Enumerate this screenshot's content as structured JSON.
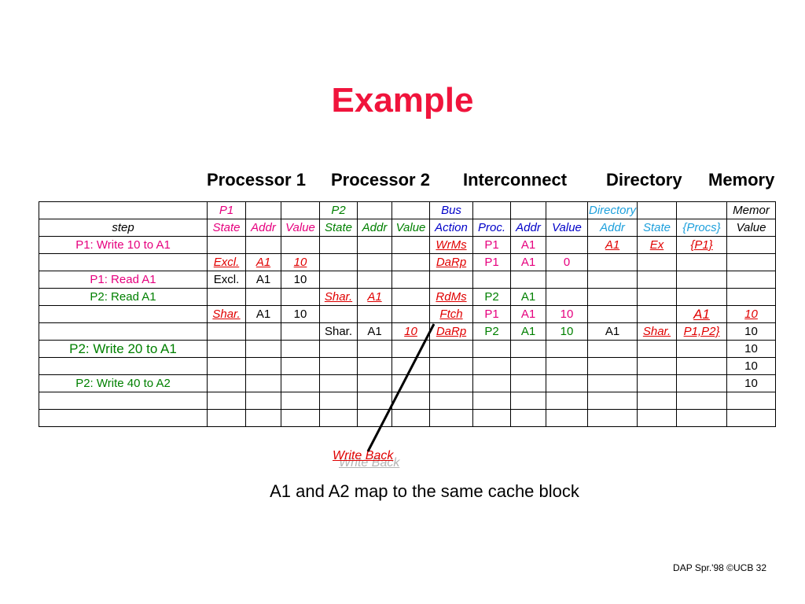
{
  "title": "Example",
  "column_headers": [
    "Processor 1",
    "Processor 2",
    "Interconnect",
    "Directory",
    "Memory"
  ],
  "table": {
    "row_group": [
      "",
      "P1",
      "",
      "",
      "P2",
      "",
      "",
      "Bus",
      "",
      "",
      "",
      "Directory",
      "",
      "",
      "Memor"
    ],
    "row_fields": [
      "step",
      "State",
      "Addr",
      "Value",
      "State",
      "Addr",
      "Value",
      "Action",
      "Proc.",
      "Addr",
      "Value",
      "Addr",
      "State",
      "{Procs}",
      "Value"
    ],
    "rows": [
      [
        "P1: Write 10 to A1",
        "",
        "",
        "",
        "",
        "",
        "",
        "WrMs",
        "P1",
        "A1",
        "",
        "A1",
        "Ex",
        "{P1}",
        ""
      ],
      [
        "",
        "Excl.",
        "A1",
        "10",
        "",
        "",
        "",
        "DaRp",
        "P1",
        "A1",
        "0",
        "",
        "",
        "",
        ""
      ],
      [
        "P1: Read A1",
        "Excl.",
        "A1",
        "10",
        "",
        "",
        "",
        "",
        "",
        "",
        "",
        "",
        "",
        "",
        ""
      ],
      [
        "P2: Read A1",
        "",
        "",
        "",
        "Shar.",
        "A1",
        "",
        "RdMs",
        "P2",
        "A1",
        "",
        "",
        "",
        "",
        ""
      ],
      [
        "",
        "Shar.",
        "A1",
        "10",
        "",
        "",
        "",
        "Ftch",
        "P1",
        "A1",
        "10",
        "",
        "",
        "A1",
        "10"
      ],
      [
        "",
        "",
        "",
        "",
        "Shar.",
        "A1",
        "10",
        "DaRp",
        "P2",
        "A1",
        "10",
        "A1",
        "Shar.",
        "P1,P2}",
        "10"
      ],
      [
        "P2: Write 20 to A1",
        "",
        "",
        "",
        "",
        "",
        "",
        "",
        "",
        "",
        "",
        "",
        "",
        "",
        "10"
      ],
      [
        "",
        "",
        "",
        "",
        "",
        "",
        "",
        "",
        "",
        "",
        "",
        "",
        "",
        "",
        "10"
      ],
      [
        "P2: Write 40 to A2",
        "",
        "",
        "",
        "",
        "",
        "",
        "",
        "",
        "",
        "",
        "",
        "",
        "",
        "10"
      ],
      [
        "",
        "",
        "",
        "",
        "",
        "",
        "",
        "",
        "",
        "",
        "",
        "",
        "",
        "",
        ""
      ],
      [
        "",
        "",
        "",
        "",
        "",
        "",
        "",
        "",
        "",
        "",
        "",
        "",
        "",
        "",
        ""
      ]
    ]
  },
  "annotation": "Write Back",
  "caption": "A1 and A2 map to the same cache block",
  "footer": "DAP Spr.'98 ©UCB 32",
  "colors": {
    "title": "#f0143c",
    "processor_1": "#e6007e",
    "processor_2": "#008000",
    "bus": "#0000c8",
    "directory": "#1ea0dc",
    "changed_value": "#e00000"
  }
}
